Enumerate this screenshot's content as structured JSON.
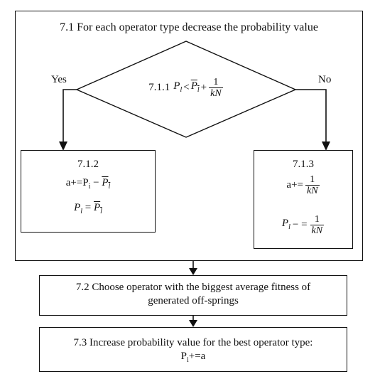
{
  "outer_title": "7.1 For each operator type decrease the probability value",
  "decision": {
    "label": "7.1.1",
    "lhs": "P",
    "lhs_sub": "l",
    "op": "<",
    "rhs": "P",
    "rhs_sub": "l",
    "plus": "+",
    "frac_num": "1",
    "frac_den": "kN",
    "yes": "Yes",
    "no": "No"
  },
  "box_712": {
    "label": "7.1.2",
    "line1_lhs": "a+=P",
    "line1_sub": "i",
    "line1_minus": "−",
    "line1_rhs": "P",
    "line1_rhs_sub": "l",
    "line2_lhs": "P",
    "line2_lhs_sub": "l",
    "line2_eq": "=",
    "line2_rhs": "P",
    "line2_rhs_sub": "l"
  },
  "box_713": {
    "label": "7.1.3",
    "line1_lhs": "a+=",
    "line1_num": "1",
    "line1_den": "kN",
    "line2_lhs": "P",
    "line2_sub": "l",
    "line2_op": "− =",
    "line2_num": "1",
    "line2_den": "kN"
  },
  "step_72": {
    "line1": "7.2 Choose operator with the biggest average fitness of",
    "line2": "generated off-springs"
  },
  "step_73": {
    "line1": "7.3 Increase probability value for the best operator type:",
    "line2_lhs": "P",
    "line2_sub": "i",
    "line2_rest": "+=a"
  }
}
